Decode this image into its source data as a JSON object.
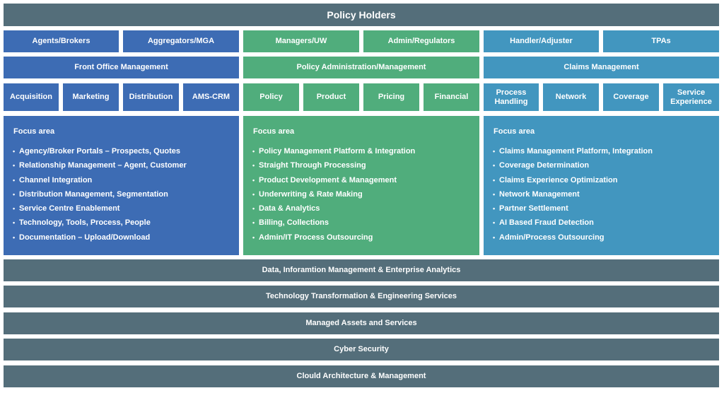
{
  "header": {
    "title": "Policy Holders"
  },
  "row1": [
    "Agents/Brokers",
    "Aggregators/MGA",
    "Managers/UW",
    "Admin/Regulators",
    "Handler/Adjuster",
    "TPAs"
  ],
  "row2": [
    "Front Office Management",
    "Policy Administration/Management",
    "Claims Management"
  ],
  "row3": [
    "Acquisition",
    "Marketing",
    "Distribution",
    "AMS-CRM",
    "Policy",
    "Product",
    "Pricing",
    "Financial",
    "Process Handling",
    "Network",
    "Coverage",
    "Service Experience"
  ],
  "focus": [
    {
      "title": "Focus area",
      "items": [
        "Agency/Broker Portals – Prospects, Quotes",
        "Relationship Management – Agent, Customer",
        "Channel Integration",
        "Distribution Management, Segmentation",
        "Service Centre Enablement",
        "Technology, Tools, Process, People",
        "Documentation – Upload/Download"
      ]
    },
    {
      "title": "Focus area",
      "items": [
        "Policy Management Platform & Integration",
        "Straight Through Processing",
        "Product Development & Management",
        "Underwriting & Rate Making",
        "Data & Analytics",
        "Billing, Collections",
        "Admin/IT Process Outsourcing"
      ]
    },
    {
      "title": "Focus area",
      "items": [
        "Claims Management Platform, Integration",
        "Coverage Determination",
        "Claims Experience Optimization",
        "Network Management",
        "Partner Settlement",
        "AI Based Fraud Detection",
        "Admin/Process Outsourcing"
      ]
    }
  ],
  "bands": [
    "Data, Inforamtion Management & Enterprise Analytics",
    "Technology Transformation & Engineering Services",
    "Managed Assets and Services",
    "Cyber Security",
    "Clould Architecture & Management"
  ],
  "colors": {
    "slate": "#546e7a",
    "blue": "#3d6cb4",
    "green": "#50ad7c",
    "teal": "#4296bf"
  }
}
